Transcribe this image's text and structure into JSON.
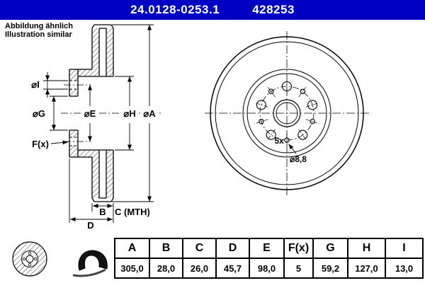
{
  "title_bar": {
    "part_number": "24.0128-0253.1",
    "reference_number": "428253",
    "background_color": "#0000C4",
    "text_color": "#FFFFFF"
  },
  "similarity_note": {
    "line1": "Abbildung ähnlich",
    "line2": "Illustration similar"
  },
  "section_view": {
    "dia_i_label": "⌀I",
    "dia_g_label": "⌀G",
    "dia_e_label": "⌀E",
    "dia_h_label": "⌀H",
    "dia_a_label": "⌀A",
    "f_label": "F(x)",
    "b_label": "B",
    "c_label": "C (MTH)",
    "d_label": "D"
  },
  "front_view": {
    "hole_count_label": "5x",
    "hole_diameter_label": "⌀8,8"
  },
  "dimension_table": {
    "headers": [
      "A",
      "B",
      "C",
      "D",
      "E",
      "F(x)",
      "G",
      "H",
      "I"
    ],
    "values": [
      "305,0",
      "28,0",
      "26,0",
      "45,7",
      "98,0",
      "5",
      "59,2",
      "127,0",
      "13,0"
    ]
  }
}
